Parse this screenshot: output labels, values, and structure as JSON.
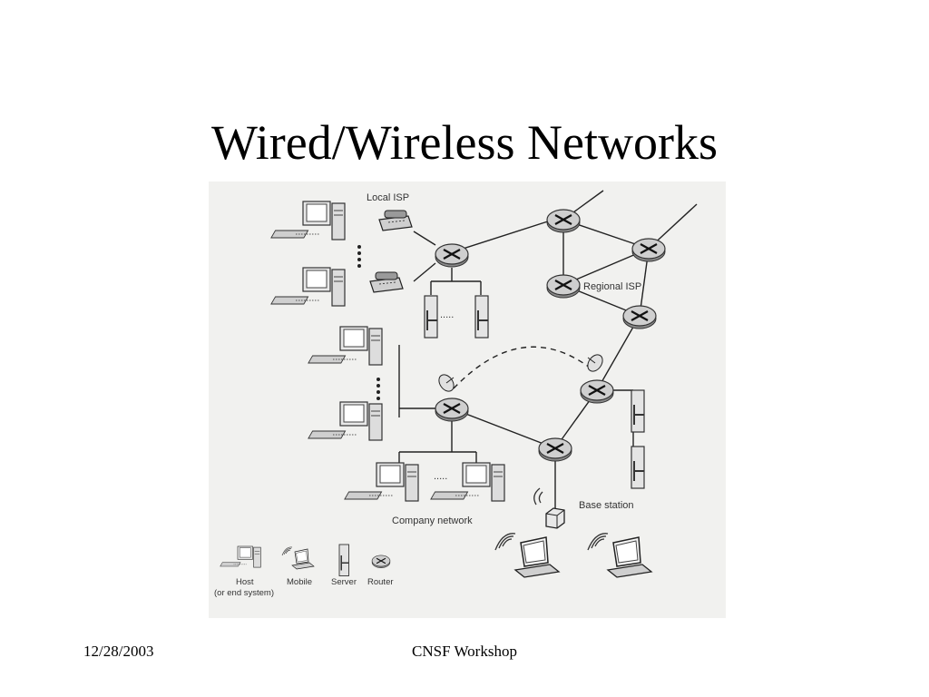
{
  "slide": {
    "title": "Wired/Wireless Networks",
    "footer_date": "12/28/2003",
    "footer_center": "CNSF Workshop"
  },
  "diagram": {
    "labels": {
      "local_isp": "Local ISP",
      "regional_isp": "Regional ISP",
      "company_network": "Company network",
      "base_station": "Base station"
    },
    "legend": {
      "host": "Host",
      "host_sub": "(or end system)",
      "mobile": "Mobile",
      "server": "Server",
      "router": "Router"
    },
    "ellipsis": "....."
  }
}
